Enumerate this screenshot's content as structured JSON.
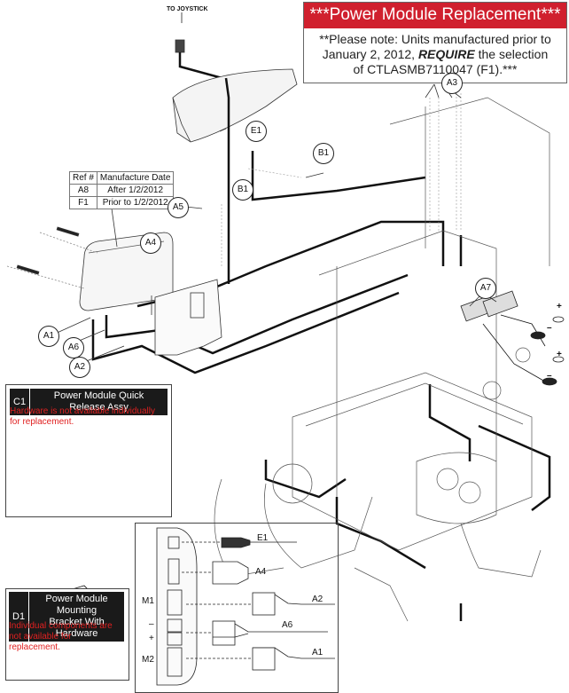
{
  "notice": {
    "title": "***Power Module Replacement***",
    "line1": "**Please note: Units manufactured prior to",
    "line2_pre": "January 2, 2012, ",
    "line2_bold": "REQUIRE",
    "line2_post": " the selection",
    "line3": "of CTLASMB7110047 (F1).***",
    "title_bg": "#d0202e"
  },
  "joystick_label": "TO JOYSTICK",
  "ref_table": {
    "headers": [
      "Ref #",
      "Manufacture Date"
    ],
    "rows": [
      [
        "A8",
        "After 1/2/2012"
      ],
      [
        "F1",
        "Prior to 1/2/2012"
      ]
    ]
  },
  "callouts": [
    "E1",
    "A3",
    "B1",
    "B1",
    "A5",
    "A4",
    "A7",
    "A1",
    "A6",
    "A2"
  ],
  "inset_c1": {
    "code": "C1",
    "title": "Power Module Quick Release Assy",
    "note": "Hardware is not available individually for replacement."
  },
  "inset_d1": {
    "code": "D1",
    "title_line1": "Power Module Mounting",
    "title_line2": "Bracket With Hardware",
    "note": "Individual components are not available for replacement."
  },
  "connector_detail": {
    "ports": [
      "M1",
      "–",
      "+",
      "M2"
    ],
    "cables": [
      "E1",
      "A4",
      "A2",
      "A6",
      "A1"
    ]
  },
  "battery_terminals": [
    "+",
    "–",
    "+",
    "–"
  ],
  "colors": {
    "note_red": "#e02020",
    "header_dark": "#1a1a1a"
  }
}
